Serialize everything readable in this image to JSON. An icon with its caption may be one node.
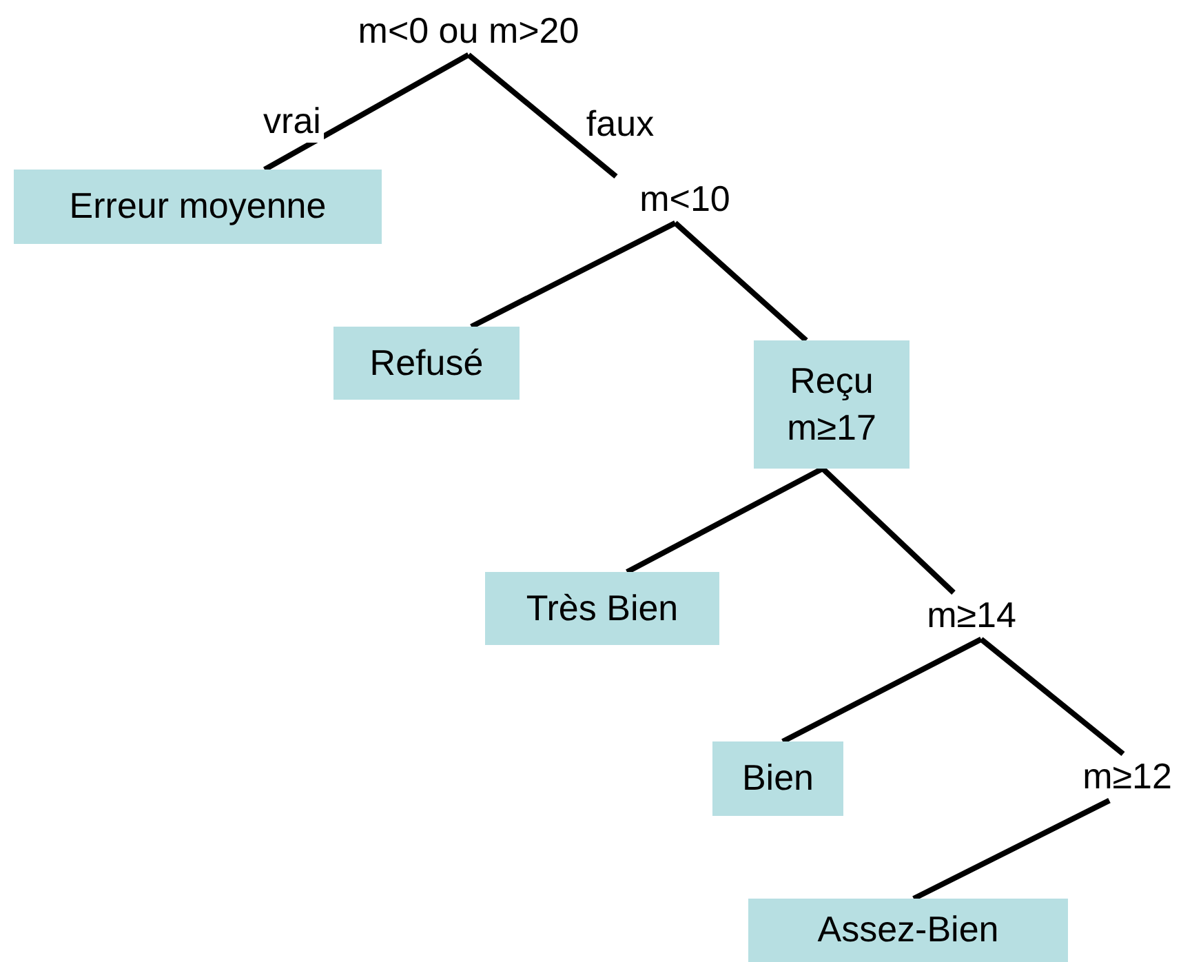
{
  "diagram": {
    "nodes": [
      {
        "text": [
          "m<0 ou m>20"
        ]
      },
      {
        "text": [
          "Erreur moyenne"
        ]
      },
      {
        "text": [
          "m<10"
        ]
      },
      {
        "text": [
          "Refusé"
        ]
      },
      {
        "text": [
          "Reçu",
          "m≥17"
        ]
      },
      {
        "text": [
          "Très Bien"
        ]
      },
      {
        "text": [
          "m≥14"
        ]
      },
      {
        "text": [
          "Bien"
        ]
      },
      {
        "text": [
          "m≥12"
        ]
      },
      {
        "text": [
          "Assez-Bien"
        ]
      }
    ],
    "edges": [
      {
        "from": 0,
        "to": 1,
        "arrow": "none",
        "label": "vrai"
      },
      {
        "from": 0,
        "to": 2,
        "arrow": "none",
        "label": "faux"
      },
      {
        "from": 2,
        "to": 3,
        "arrow": "none"
      },
      {
        "from": 2,
        "to": 4,
        "arrow": "none"
      },
      {
        "from": 4,
        "to": 5,
        "arrow": "none"
      },
      {
        "from": 4,
        "to": 6,
        "arrow": "none"
      },
      {
        "from": 6,
        "to": 7,
        "arrow": "none"
      },
      {
        "from": 6,
        "to": 8,
        "arrow": "none"
      },
      {
        "from": 8,
        "to": 9,
        "arrow": "none"
      }
    ]
  }
}
